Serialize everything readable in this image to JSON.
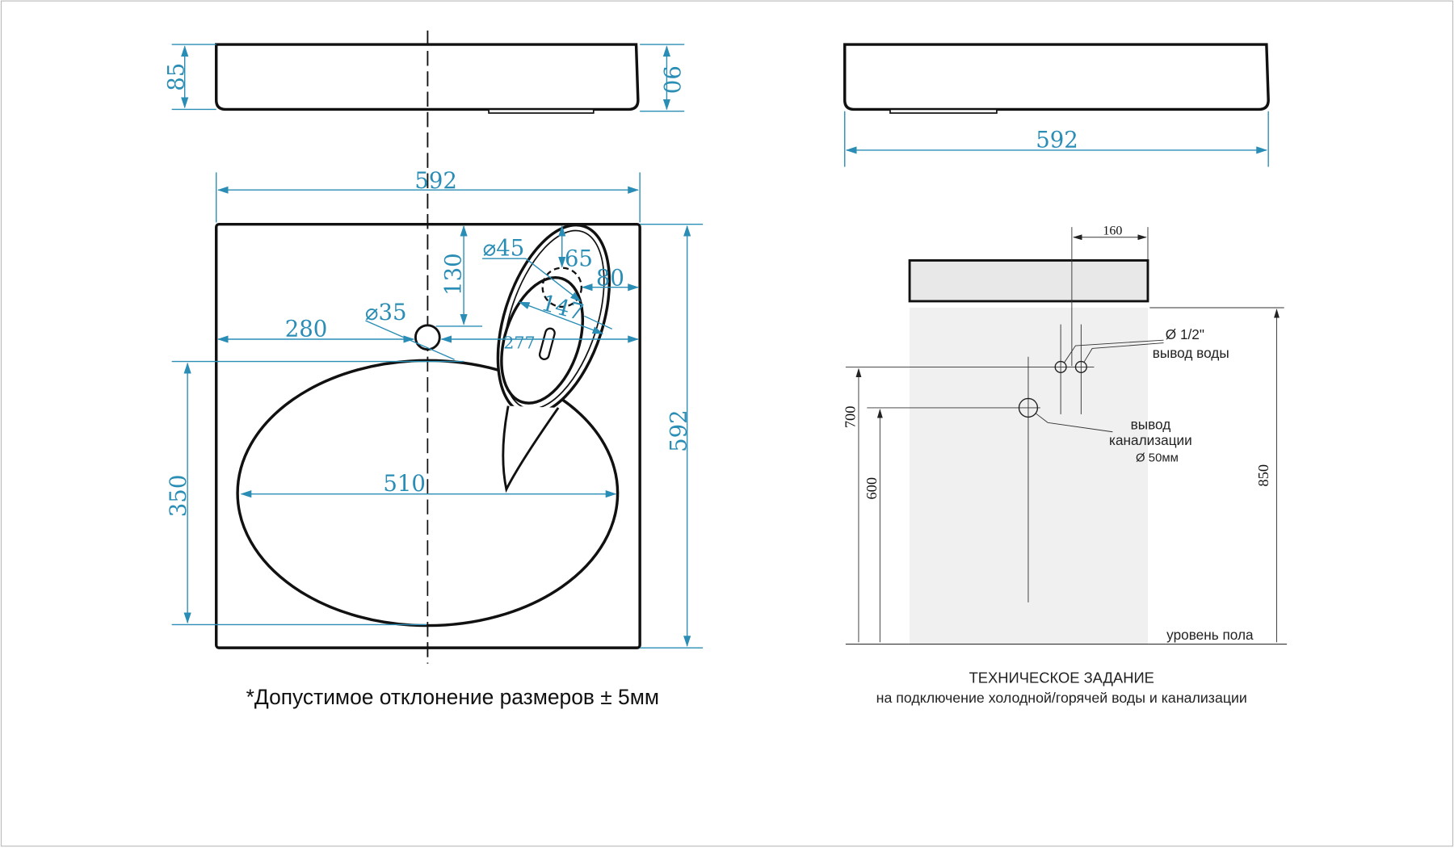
{
  "left_drawing": {
    "side_height_left": "85",
    "side_height_right": "90",
    "width_top": "592",
    "depth_right": "592",
    "bowl_offset": "350",
    "bowl_width": "510",
    "tap_offset": "280",
    "tap_hole_diameter": "⌀35",
    "tap_to_back": "130",
    "overflow_diameter": "⌀45",
    "overflow_to_back": "65",
    "overflow_to_side": "80",
    "shelf_width": "147",
    "shelf_length": "277",
    "tolerance_note": "*Допустимое отклонение размеров ± 5мм"
  },
  "right_drawing": {
    "side_width": "592",
    "pipe_spacing": "160",
    "water_pipe_diameter": "Ø 1/2\"",
    "water_outlet_label": "вывод воды",
    "sewer_label_1": "вывод",
    "sewer_label_2": "канализации",
    "sewer_diameter": "Ø 50мм",
    "water_height": "700",
    "sewer_height": "600",
    "sink_height": "850",
    "floor_label": "уровень пола",
    "title": "ТЕХНИЧЕСКОЕ ЗАДАНИЕ",
    "subtitle": "на подключение холодной/горячей воды и канализации"
  },
  "colors": {
    "dimension": "#2a8db5",
    "outline": "#111111",
    "wall": "#f0f0f0"
  }
}
